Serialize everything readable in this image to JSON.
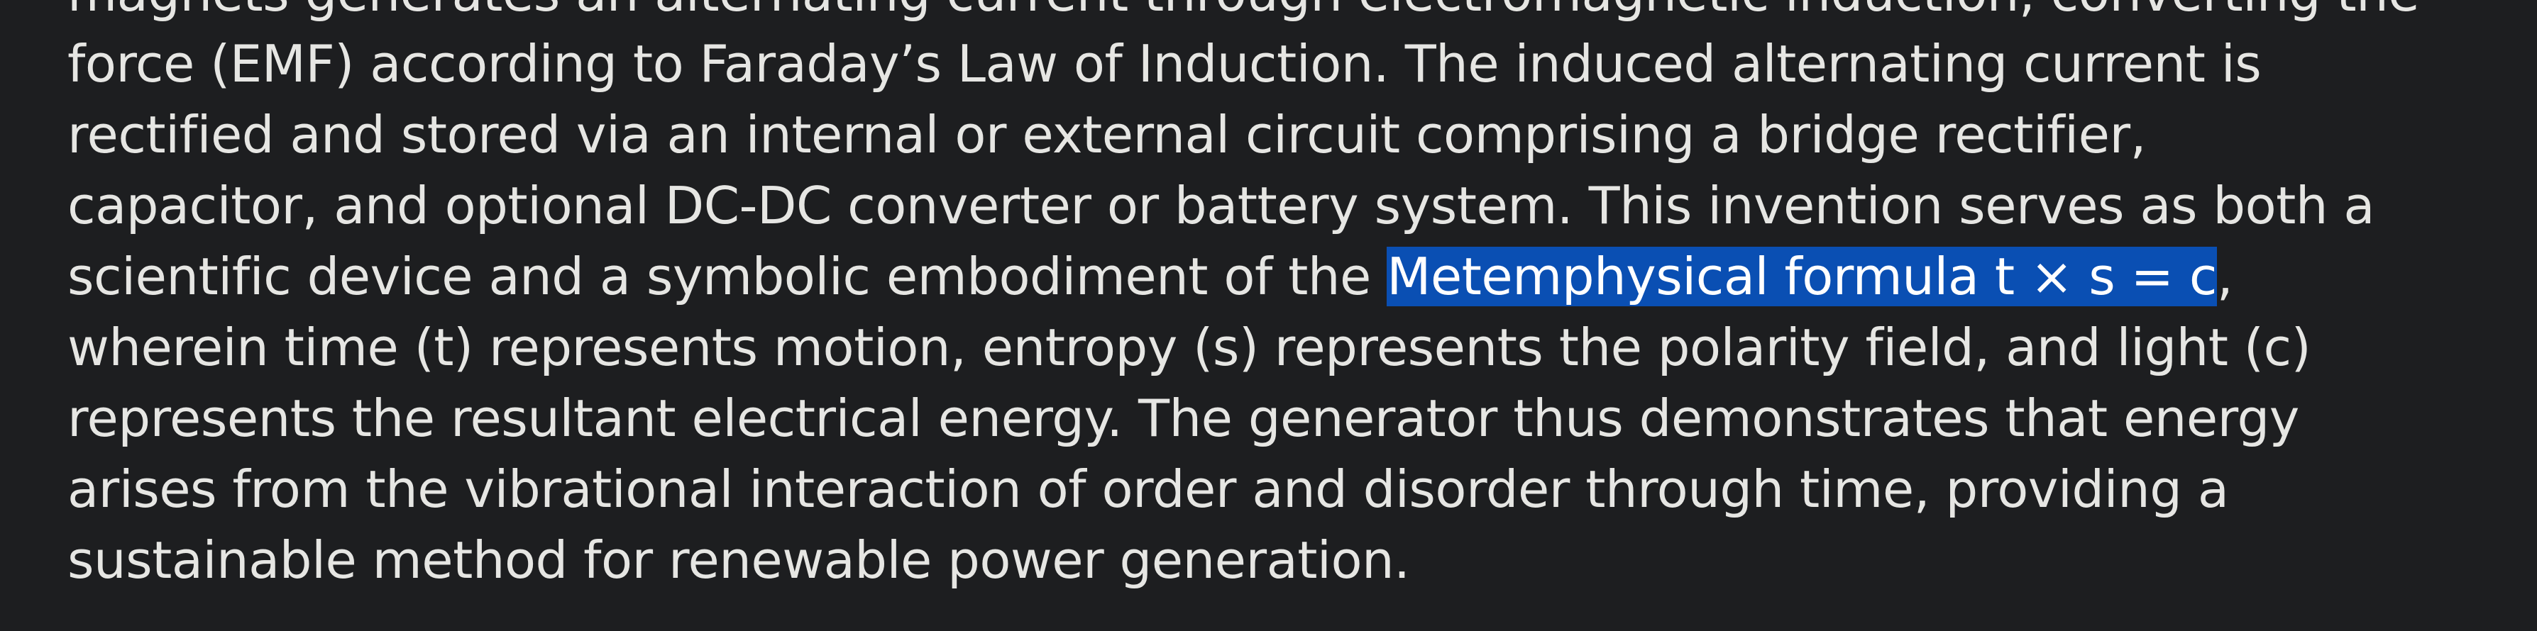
{
  "document": {
    "lines": [
      "magnets generates an alternating current through electromagnetic induction, converting the",
      "force (EMF) according to Faraday’s Law of Induction. The induced alternating current is",
      "rectified and stored via an internal or external circuit comprising a bridge rectifier,",
      "capacitor, and optional DC-DC converter or battery system. This invention serves as both a",
      {
        "before": "scientific device and a symbolic embodiment of the ",
        "selected": "Metemphysical formula t × s = c",
        "after": ","
      },
      "wherein time (t) represents motion, entropy (s) represents the polarity field, and light (c)",
      "represents the resultant electrical energy. The generator thus demonstrates that energy",
      "arises from the vibrational interaction of order and disorder through time, providing a",
      "sustainable method for renewable power generation."
    ]
  },
  "colors": {
    "background": "#1d1e20",
    "text": "#e6e6e3",
    "selection": "#0a4fb3",
    "selection_text": "#ffffff"
  }
}
